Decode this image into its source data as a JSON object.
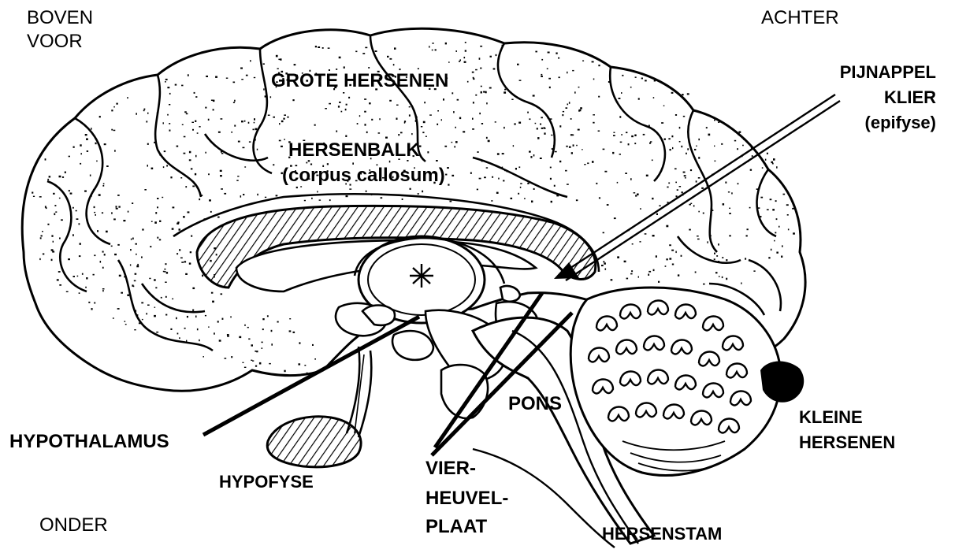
{
  "orientation": {
    "top": "BOVEN",
    "front": "VOOR",
    "back": "ACHTER",
    "bottom": "ONDER"
  },
  "labels": {
    "cerebrum": "GROTE HERSENEN",
    "corpus_callosum_nl": "HERSENBALK",
    "corpus_callosum_la": "(corpus callosum)",
    "pineal_1": "PIJNAPPEL",
    "pineal_2": "KLIER",
    "pineal_3": "(epifyse)",
    "hypothalamus": "HYPOTHALAMUS",
    "pituitary": "HYPOFYSE",
    "quadrigeminal_1": "VIER-",
    "quadrigeminal_2": "HEUVEL-",
    "quadrigeminal_3": "PLAAT",
    "pons": "PONS",
    "cerebellum_1": "KLEINE",
    "cerebellum_2": "HERSENEN",
    "brainstem": "HERSENSTAM"
  }
}
